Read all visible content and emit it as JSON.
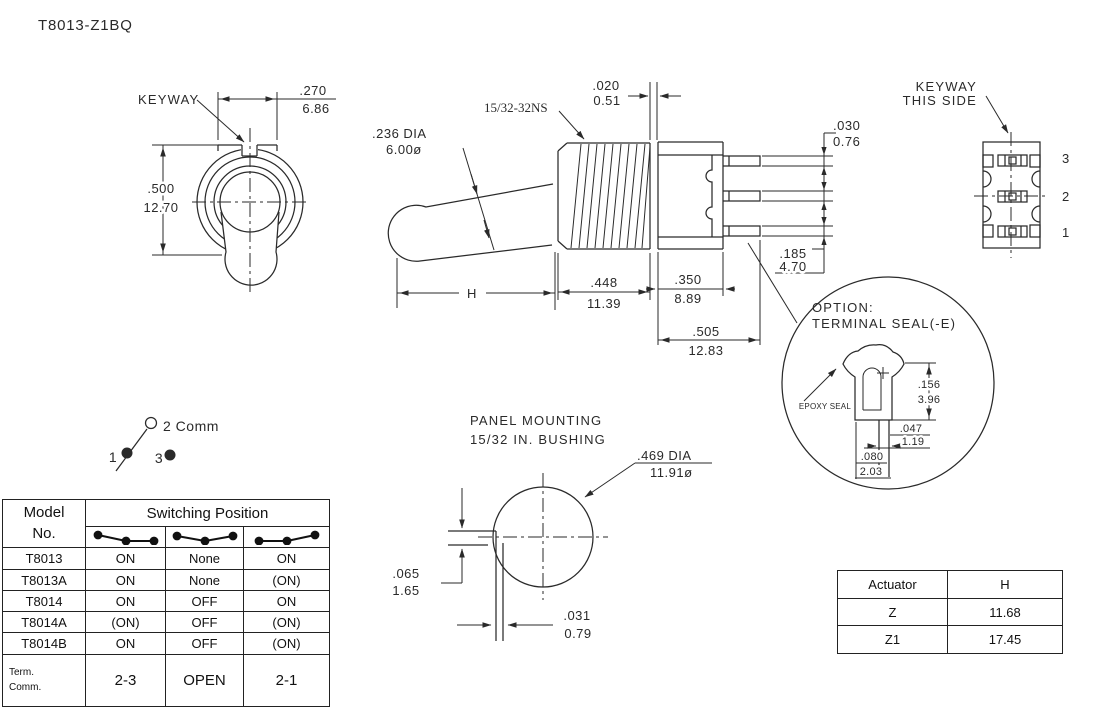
{
  "drawing_title": "T8013-Z1BQ",
  "colors": {
    "line": "#2a2a2a",
    "background": "#ffffff"
  },
  "front_view": {
    "keyway": "KEYWAY",
    "width_in": ".270",
    "width_mm": "6.86",
    "height_in": ".500",
    "height_mm": "12.70"
  },
  "side_view": {
    "thread": "15/32-32NS",
    "gap_in": ".020",
    "gap_mm": "0.51",
    "lever_dia_in": ".236 DIA",
    "lever_dia_mm": "6.00ø",
    "h_label": "H",
    "bushing_in": ".448",
    "bushing_mm": "11.39",
    "body_in": ".350",
    "body_mm": "8.89",
    "overall_in": ".505",
    "overall_mm": "12.83",
    "terminal_thickness_in": ".030",
    "terminal_thickness_mm": "0.76",
    "terminal_pitch_in": ".185",
    "terminal_pitch_mm": "4.70"
  },
  "rear_view": {
    "keyway_line1": "KEYWAY",
    "keyway_line2": "THIS SIDE",
    "terminal_3": "3",
    "terminal_2": "2",
    "terminal_1": "1"
  },
  "seal_detail": {
    "option_line1": "OPTION:",
    "option_line2": "TERMINAL SEAL(-E)",
    "epoxy": "EPOXY SEAL",
    "depth_in": ".156",
    "depth_mm": "3.96",
    "tab_in": ".047",
    "tab_mm": "1.19",
    "base_in": ".080",
    "base_mm": "2.03"
  },
  "circuit": {
    "comm": "2 Comm",
    "t1": "1",
    "t3": "3"
  },
  "panel_mount": {
    "line1": "PANEL MOUNTING",
    "line2": "15/32 IN. BUSHING",
    "dia_in": ".469 DIA",
    "dia_mm": "11.91ø",
    "notch_in": ".065",
    "notch_mm": "1.65",
    "slot_in": ".031",
    "slot_mm": "0.79"
  },
  "switching_table": {
    "model_header_line1": "Model",
    "model_header_line2": "No.",
    "group_header": "Switching Position",
    "icons": [
      "lever-left-icon",
      "lever-center-icon",
      "lever-right-icon"
    ],
    "rows": [
      {
        "model": "T8013",
        "p1": "ON",
        "p2": "None",
        "p3": "ON"
      },
      {
        "model": "T8013A",
        "p1": "ON",
        "p2": "None",
        "p3": "(ON)"
      },
      {
        "model": "T8014",
        "p1": "ON",
        "p2": "OFF",
        "p3": "ON"
      },
      {
        "model": "T8014A",
        "p1": "(ON)",
        "p2": "OFF",
        "p3": "(ON)"
      },
      {
        "model": "T8014B",
        "p1": "ON",
        "p2": "OFF",
        "p3": "(ON)"
      }
    ],
    "terminals_row": {
      "label_line1": "Term.",
      "label_line2": "Comm.",
      "p1": "2-3",
      "p2": "OPEN",
      "p3": "2-1"
    }
  },
  "actuator_table": {
    "col1": "Actuator",
    "col2": "H",
    "rows": [
      {
        "actuator": "Z",
        "h": "11.68"
      },
      {
        "actuator": "Z1",
        "h": "17.45"
      }
    ]
  }
}
